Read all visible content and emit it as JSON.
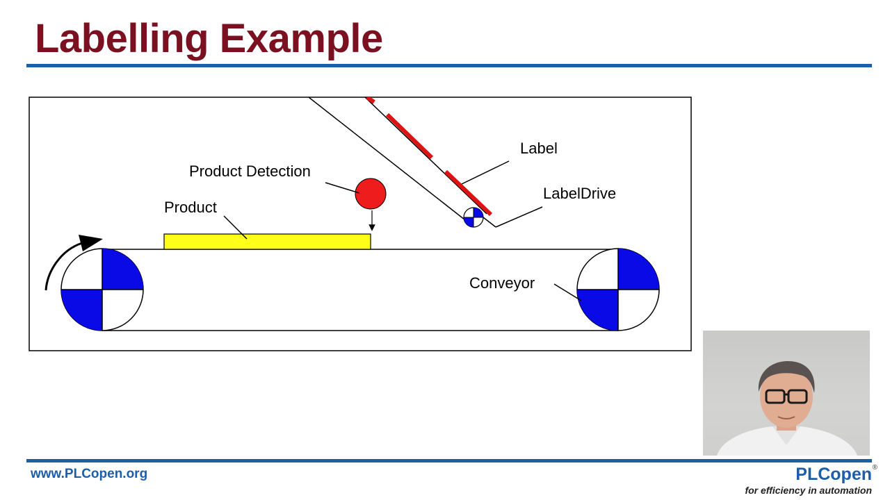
{
  "slide": {
    "title": "Labelling Example",
    "footer_url": "www.PLCopen.org",
    "brand_name": "PLCopen",
    "brand_reg": "®",
    "brand_tagline": "for efficiency in automation"
  },
  "diagram": {
    "labels": {
      "label": "Label",
      "label_drive": "LabelDrive",
      "product_detection": "Product Detection",
      "product": "Product",
      "conveyor": "Conveyor"
    }
  },
  "colors": {
    "title": "#7a1020",
    "rule": "#1c5ea8",
    "brand": "#1c5ea8",
    "drive_quadrant": "#0a0ae6",
    "product": "#ffff1a",
    "sensor": "#ee1c1c",
    "label_strip": "#dd1414"
  }
}
